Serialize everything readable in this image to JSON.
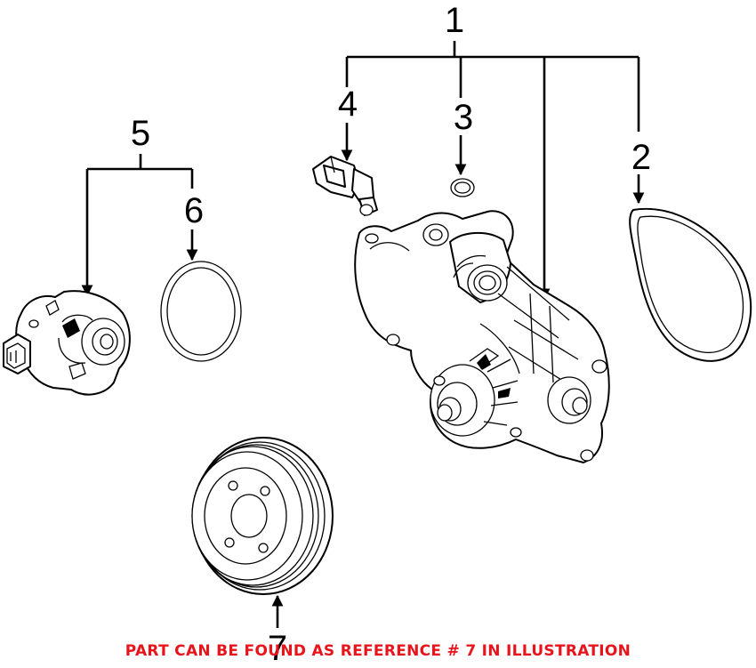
{
  "callouts": {
    "c1": "1",
    "c2": "2",
    "c3": "3",
    "c4": "4",
    "c5": "5",
    "c6": "6",
    "c7": "7"
  },
  "note": {
    "text": "PART CAN BE FOUND AS REFERENCE # 7 IN ILLUSTRATION",
    "color": "#e8141b"
  },
  "icons": {
    "arrowhead": "triangle-arrow"
  }
}
